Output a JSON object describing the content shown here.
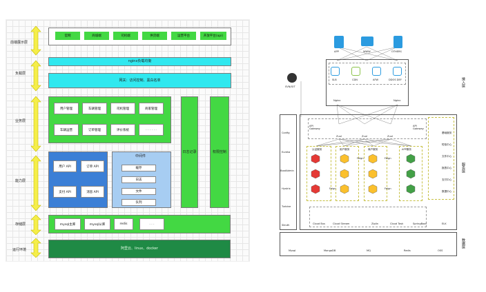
{
  "left": {
    "layers": {
      "access": "前端展示层",
      "lb": "负载层",
      "biz": "业务层",
      "cap": "能力层",
      "store": "存储层",
      "ops": "运行环境"
    },
    "access_items": [
      "官网",
      "商城端",
      "司机端",
      "供货端",
      "运营平台",
      "开放平台(api)"
    ],
    "lb_top": "nginx负载均衡",
    "lb_bottom": "网关：访问控制、黑白名单",
    "biz_items": [
      "用户管理",
      "车辆管理",
      "司机管理",
      "商家管理",
      "车辆运营",
      "订单管理",
      "评价系统",
      ". . . . . ."
    ],
    "side_bars": [
      "日志记录",
      "权限控制"
    ],
    "cap_items": [
      "用户 API",
      "订单 API",
      "支付 API",
      "消息 API"
    ],
    "middleware": {
      "title": "中间件",
      "items": [
        "缓存",
        "日志",
        "文件",
        "队列"
      ]
    },
    "store_items": [
      "mysql主库",
      "mysql从库",
      "redis",
      ". . ."
    ],
    "ops_text": "阿里云、linux、docker"
  },
  "right": {
    "clients": [
      "APP",
      "WWW",
      "OTHERS"
    ],
    "edge_items": [
      "SLB",
      "CDN",
      "AFW",
      "DDOS DEF"
    ],
    "nginx": [
      "Nginx",
      "Nginx"
    ],
    "svn": "SVN/GIT",
    "side_services": [
      "Config",
      "Eureka",
      "BootAdmin",
      "Hystrix",
      "Turbine",
      "Sleuth"
    ],
    "gateway_label_left": "API\nGateway",
    "gateway_label_right": "API\nGateway",
    "zuul": [
      "Zuul",
      "Zuul",
      "Zuul"
    ],
    "service_groups": [
      "认证服务",
      "用户服务",
      "商户服务",
      "APP服务"
    ],
    "feign": "Feign",
    "right_services": [
      "基础服务",
      "短信中心",
      "文件中心",
      "报表中心",
      "支付中心",
      "数据中心"
    ],
    "tools": [
      "Cloud Bus",
      "Cloud Stream",
      "Ziplin",
      "Cloud Task",
      "SpringBoot",
      "ELK"
    ],
    "data": [
      "Mysql",
      "MongoDB",
      "MQ",
      "Redis",
      "OSS"
    ],
    "right_tags": [
      "接入层",
      "服务层",
      "数据层"
    ]
  },
  "colors": {
    "green": "#43d843",
    "cyan": "#30e8ef",
    "blue": "#3b7fd6",
    "lightblue": "#a7cdf2",
    "yellow": "#f5ee4a",
    "darkgreen": "#1f8a45"
  },
  "icons": [
    "double-arrow-icon",
    "hexagon-service-icon",
    "cloud-icon",
    "database-icon"
  ]
}
